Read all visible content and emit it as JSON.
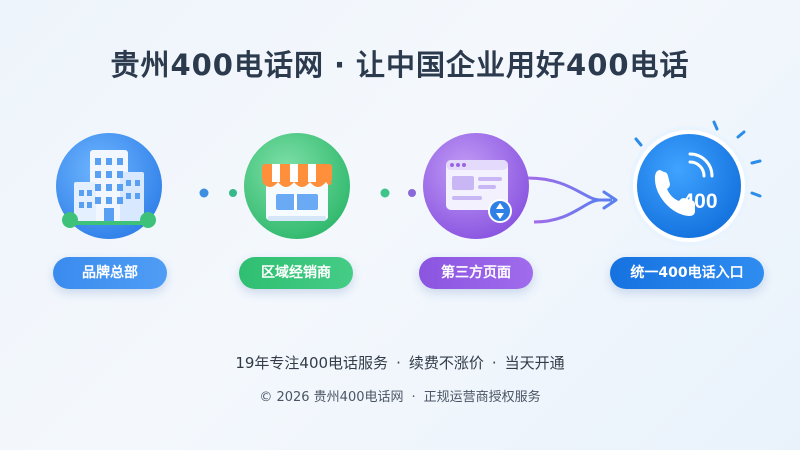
{
  "title": {
    "part1": "贵州400电话网",
    "separator": "·",
    "part2": "让中国企业用好400电话"
  },
  "flow": {
    "steps": [
      {
        "label": "品牌总部",
        "icon": "office-building-icon",
        "color": "#3d8ef0"
      },
      {
        "label": "区域经销商",
        "icon": "storefront-icon",
        "color": "#34c47a"
      },
      {
        "label": "第三方页面",
        "icon": "web-page-icon",
        "color": "#9a63e6"
      },
      {
        "label": "统一400电话入口",
        "icon": "phone-400-icon",
        "color": "#1f7fe6"
      }
    ],
    "phone_badge_text": "400"
  },
  "tagline": {
    "items": [
      "19年专注400电话服务",
      "续费不涨价",
      "当天开通"
    ],
    "separator": "·"
  },
  "footer": {
    "copyright": "© 2026 贵州400电话网",
    "separator": "·",
    "note": "正规运营商授权服务"
  }
}
